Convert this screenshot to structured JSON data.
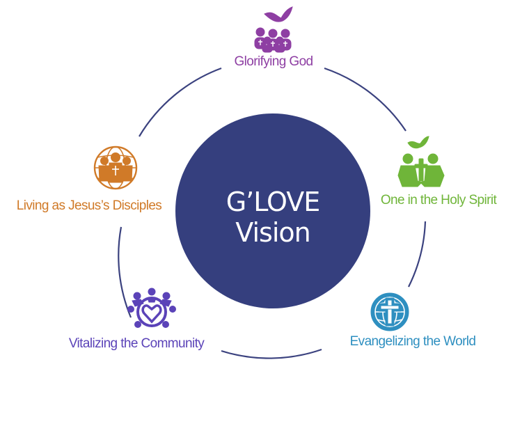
{
  "center": {
    "line1": "G’LOVE",
    "line2": "Vision",
    "color": "#353f7e"
  },
  "ring_color": "#3b427f",
  "nodes": [
    {
      "id": "glorifying",
      "label": "Glorifying God",
      "color": "#8e3fa3",
      "icon": "dove-congregation-icon"
    },
    {
      "id": "one-spirit",
      "label": "One in the Holy Spirit",
      "color": "#6fb539",
      "icon": "dove-kneeling-icon"
    },
    {
      "id": "evangelizing",
      "label": "Evangelizing the World",
      "color": "#2e8fc0",
      "icon": "globe-cross-icon"
    },
    {
      "id": "vitalizing",
      "label": "Vitalizing the Community",
      "color": "#5b43b8",
      "icon": "heart-globe-icon"
    },
    {
      "id": "disciples",
      "label": "Living as Jesus’s Disciples",
      "color": "#d07a28",
      "icon": "disciples-globe-icon"
    }
  ]
}
